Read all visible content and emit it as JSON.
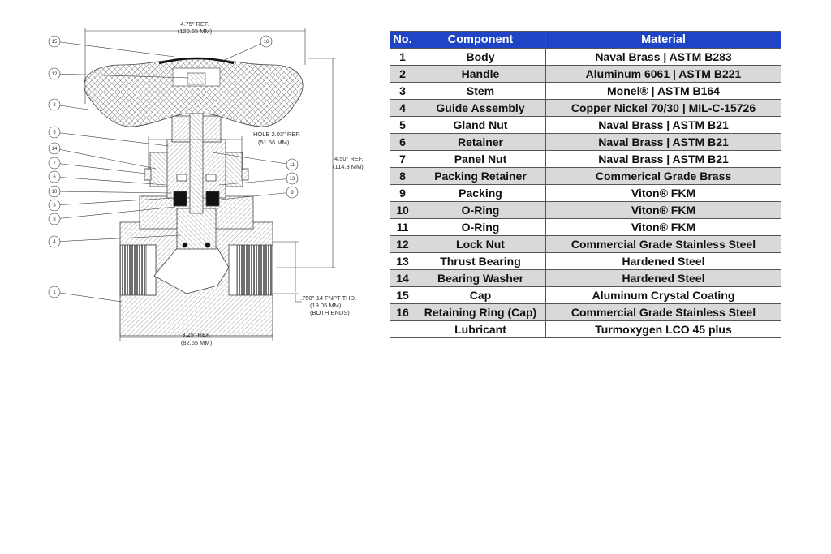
{
  "drawing": {
    "dimensions": {
      "width_top": "4.75\" REF.",
      "width_top_mm": "(120.65 MM)",
      "hole": "HOLE 2.03\" REF.",
      "hole_mm": "(51.56 MM)",
      "height": "4.50\" REF.",
      "height_mm": "(114.3 MM)",
      "thread": ".750\"-14 FNPT THD.",
      "thread_mm": "(19.05 MM)",
      "thread_note": "(BOTH ENDS)",
      "width_bottom": "3.25\" REF.",
      "width_bottom_mm": "(82.55 MM)"
    },
    "callouts_left": [
      "15",
      "12",
      "2",
      "5",
      "14",
      "7",
      "6",
      "10",
      "9",
      "8",
      "4",
      "1"
    ],
    "callouts_right": [
      "16",
      "11",
      "13",
      "9"
    ]
  },
  "table": {
    "headers": [
      "No.",
      "Component",
      "Material"
    ],
    "rows": [
      [
        "1",
        "Body",
        "Naval Brass | ASTM B283"
      ],
      [
        "2",
        "Handle",
        "Aluminum 6061 | ASTM B221"
      ],
      [
        "3",
        "Stem",
        "Monel® | ASTM B164"
      ],
      [
        "4",
        "Guide Assembly",
        "Copper Nickel 70/30 | MIL-C-15726"
      ],
      [
        "5",
        "Gland Nut",
        "Naval Brass | ASTM B21"
      ],
      [
        "6",
        "Retainer",
        "Naval Brass | ASTM B21"
      ],
      [
        "7",
        "Panel Nut",
        "Naval Brass | ASTM B21"
      ],
      [
        "8",
        "Packing Retainer",
        "Commerical Grade Brass"
      ],
      [
        "9",
        "Packing",
        "Viton® FKM"
      ],
      [
        "10",
        "O-Ring",
        "Viton® FKM"
      ],
      [
        "11",
        "O-Ring",
        "Viton® FKM"
      ],
      [
        "12",
        "Lock Nut",
        "Commercial Grade Stainless Steel"
      ],
      [
        "13",
        "Thrust Bearing",
        "Hardened Steel"
      ],
      [
        "14",
        "Bearing Washer",
        "Hardened Steel"
      ],
      [
        "15",
        "Cap",
        "Aluminum Crystal Coating"
      ],
      [
        "16",
        "Retaining Ring (Cap)",
        "Commercial Grade Stainless Steel"
      ],
      [
        "",
        "Lubricant",
        "Turmoxygen LCO 45 plus"
      ]
    ]
  }
}
